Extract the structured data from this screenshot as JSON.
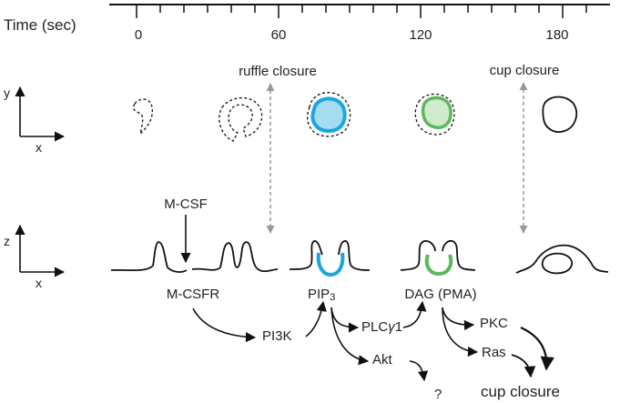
{
  "timeline": {
    "label": "Time (sec)",
    "ticks": [
      {
        "value": 0,
        "label": "0"
      },
      {
        "value": 60,
        "label": "60"
      },
      {
        "value": 120,
        "label": "120"
      },
      {
        "value": 180,
        "label": "180"
      }
    ]
  },
  "events": {
    "ruffle_closure": "ruffle closure",
    "cup_closure_top": "cup closure"
  },
  "axes": {
    "top": {
      "x": "x",
      "y": "y"
    },
    "bottom": {
      "x": "x",
      "z": "z"
    }
  },
  "labels": {
    "mcsf": "M-CSF",
    "mcsfr": "M-CSFR",
    "pip3_main": "PIP",
    "pip3_sub": "3",
    "dag": "DAG (PMA)",
    "pi3k": "PI3K",
    "plc_pre": "PLC",
    "plc_greek": "γ",
    "plc_post": "1",
    "akt": "Akt",
    "unknown": "?",
    "pkc": "PKC",
    "ras": "Ras",
    "cup_closure_bottom": "cup closure"
  },
  "colors": {
    "pip3": "#1aa7e0",
    "pip3_fill": "#a6dcef",
    "dag": "#5cb85c",
    "dag_fill": "#cfeacc",
    "line": "#111111",
    "guide": "#999999"
  }
}
